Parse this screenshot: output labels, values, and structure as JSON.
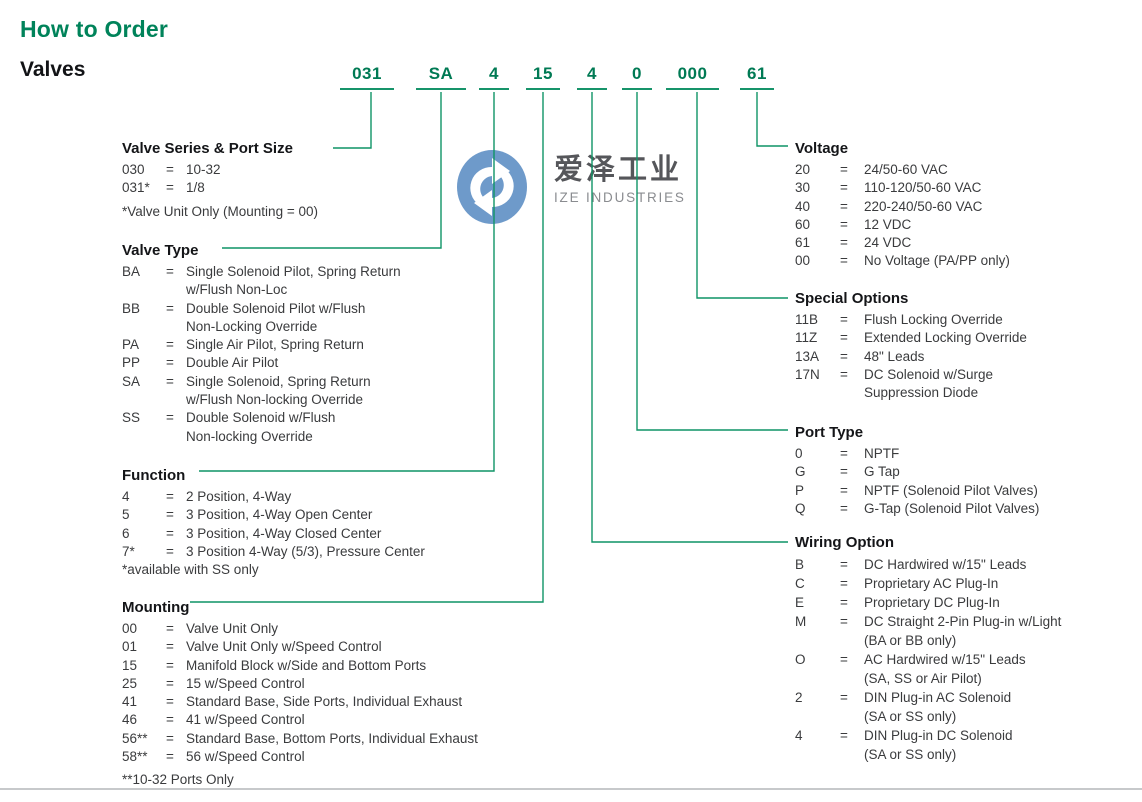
{
  "meta": {
    "equals": "="
  },
  "page": {
    "title": "How to Order",
    "subtitle": "Valves"
  },
  "order_code": {
    "segments": [
      "031",
      "SA",
      "4",
      "15",
      "4",
      "0",
      "000",
      "61"
    ]
  },
  "watermark": {
    "text_cn": "爱泽工业",
    "text_en": "IZE INDUSTRIES",
    "logo_color": "#6e9aca"
  },
  "colors": {
    "accent_green": "#00835a",
    "line_green": "#0f9466",
    "body_text": "#3a3b3d"
  },
  "left_sections": [
    {
      "title": "Valve Series & Port Size",
      "items": [
        {
          "code": "030",
          "desc": "10-32"
        },
        {
          "code": "031*",
          "desc": "1/8"
        }
      ],
      "note": "*Valve Unit Only (Mounting = 00)"
    },
    {
      "title": "Valve Type",
      "items": [
        {
          "code": "BA",
          "desc": "Single Solenoid Pilot, Spring Return",
          "desc2": "w/Flush Non-Loc"
        },
        {
          "code": "BB",
          "desc": "Double Solenoid Pilot w/Flush",
          "desc2": "Non-Locking Override"
        },
        {
          "code": "PA",
          "desc": "Single Air Pilot, Spring Return"
        },
        {
          "code": "PP",
          "desc": "Double Air Pilot"
        },
        {
          "code": "SA",
          "desc": "Single Solenoid, Spring Return",
          "desc2": "w/Flush Non-locking Override"
        },
        {
          "code": "SS",
          "desc": "Double Solenoid w/Flush",
          "desc2": "Non-locking Override"
        }
      ]
    },
    {
      "title": "Function",
      "items": [
        {
          "code": "4",
          "desc": "2 Position, 4-Way"
        },
        {
          "code": "5",
          "desc": "3 Position, 4-Way Open Center"
        },
        {
          "code": "6",
          "desc": "3 Position, 4-Way Closed Center"
        },
        {
          "code": "7*",
          "desc": "3 Position 4-Way (5/3), Pressure Center"
        }
      ],
      "note": "*available with SS only"
    },
    {
      "title": "Mounting",
      "items": [
        {
          "code": "00",
          "desc": "Valve Unit Only"
        },
        {
          "code": "01",
          "desc": "Valve Unit Only w/Speed Control"
        },
        {
          "code": "15",
          "desc": "Manifold Block w/Side and Bottom Ports"
        },
        {
          "code": "25",
          "desc": "15 w/Speed Control"
        },
        {
          "code": "41",
          "desc": "Standard Base, Side Ports, Individual Exhaust"
        },
        {
          "code": "46",
          "desc": "41 w/Speed Control"
        },
        {
          "code": "56**",
          "desc": "Standard Base, Bottom Ports, Individual Exhaust"
        },
        {
          "code": "58**",
          "desc": "56 w/Speed Control"
        }
      ],
      "note": "**10-32 Ports Only"
    }
  ],
  "right_sections": [
    {
      "title": "Voltage",
      "items": [
        {
          "code": "20",
          "desc": "24/50-60 VAC"
        },
        {
          "code": "30",
          "desc": "110-120/50-60 VAC"
        },
        {
          "code": "40",
          "desc": "220-240/50-60 VAC"
        },
        {
          "code": "60",
          "desc": "12 VDC"
        },
        {
          "code": "61",
          "desc": "24 VDC"
        },
        {
          "code": "00",
          "desc": "No Voltage (PA/PP only)"
        }
      ]
    },
    {
      "title": "Special Options",
      "items": [
        {
          "code": "11B",
          "desc": "Flush Locking Override"
        },
        {
          "code": "11Z",
          "desc": "Extended Locking Override"
        },
        {
          "code": "13A",
          "desc": "48\" Leads"
        },
        {
          "code": "17N",
          "desc": "DC Solenoid w/Surge",
          "desc2": "Suppression Diode"
        }
      ]
    },
    {
      "title": "Port Type",
      "items": [
        {
          "code": "0",
          "desc": "NPTF"
        },
        {
          "code": "G",
          "desc": "G Tap"
        },
        {
          "code": "P",
          "desc": "NPTF (Solenoid Pilot Valves)"
        },
        {
          "code": "Q",
          "desc": "G-Tap (Solenoid Pilot Valves)"
        }
      ]
    },
    {
      "title": "Wiring Option",
      "items": [
        {
          "code": "B",
          "desc": "DC Hardwired w/15\" Leads"
        },
        {
          "code": "C",
          "desc": "Proprietary AC Plug-In"
        },
        {
          "code": "E",
          "desc": "Proprietary DC Plug-In"
        },
        {
          "code": "M",
          "desc": "DC Straight 2-Pin Plug-in w/Light",
          "desc2": "(BA or BB only)"
        },
        {
          "code": "O",
          "desc": "AC Hardwired w/15\" Leads",
          "desc2": "(SA, SS or Air Pilot)"
        },
        {
          "code": "2",
          "desc": "DIN Plug-in AC Solenoid",
          "desc2": "(SA or SS only)"
        },
        {
          "code": "4",
          "desc": "DIN Plug-in DC Solenoid",
          "desc2": "(SA or SS only)"
        }
      ]
    }
  ]
}
